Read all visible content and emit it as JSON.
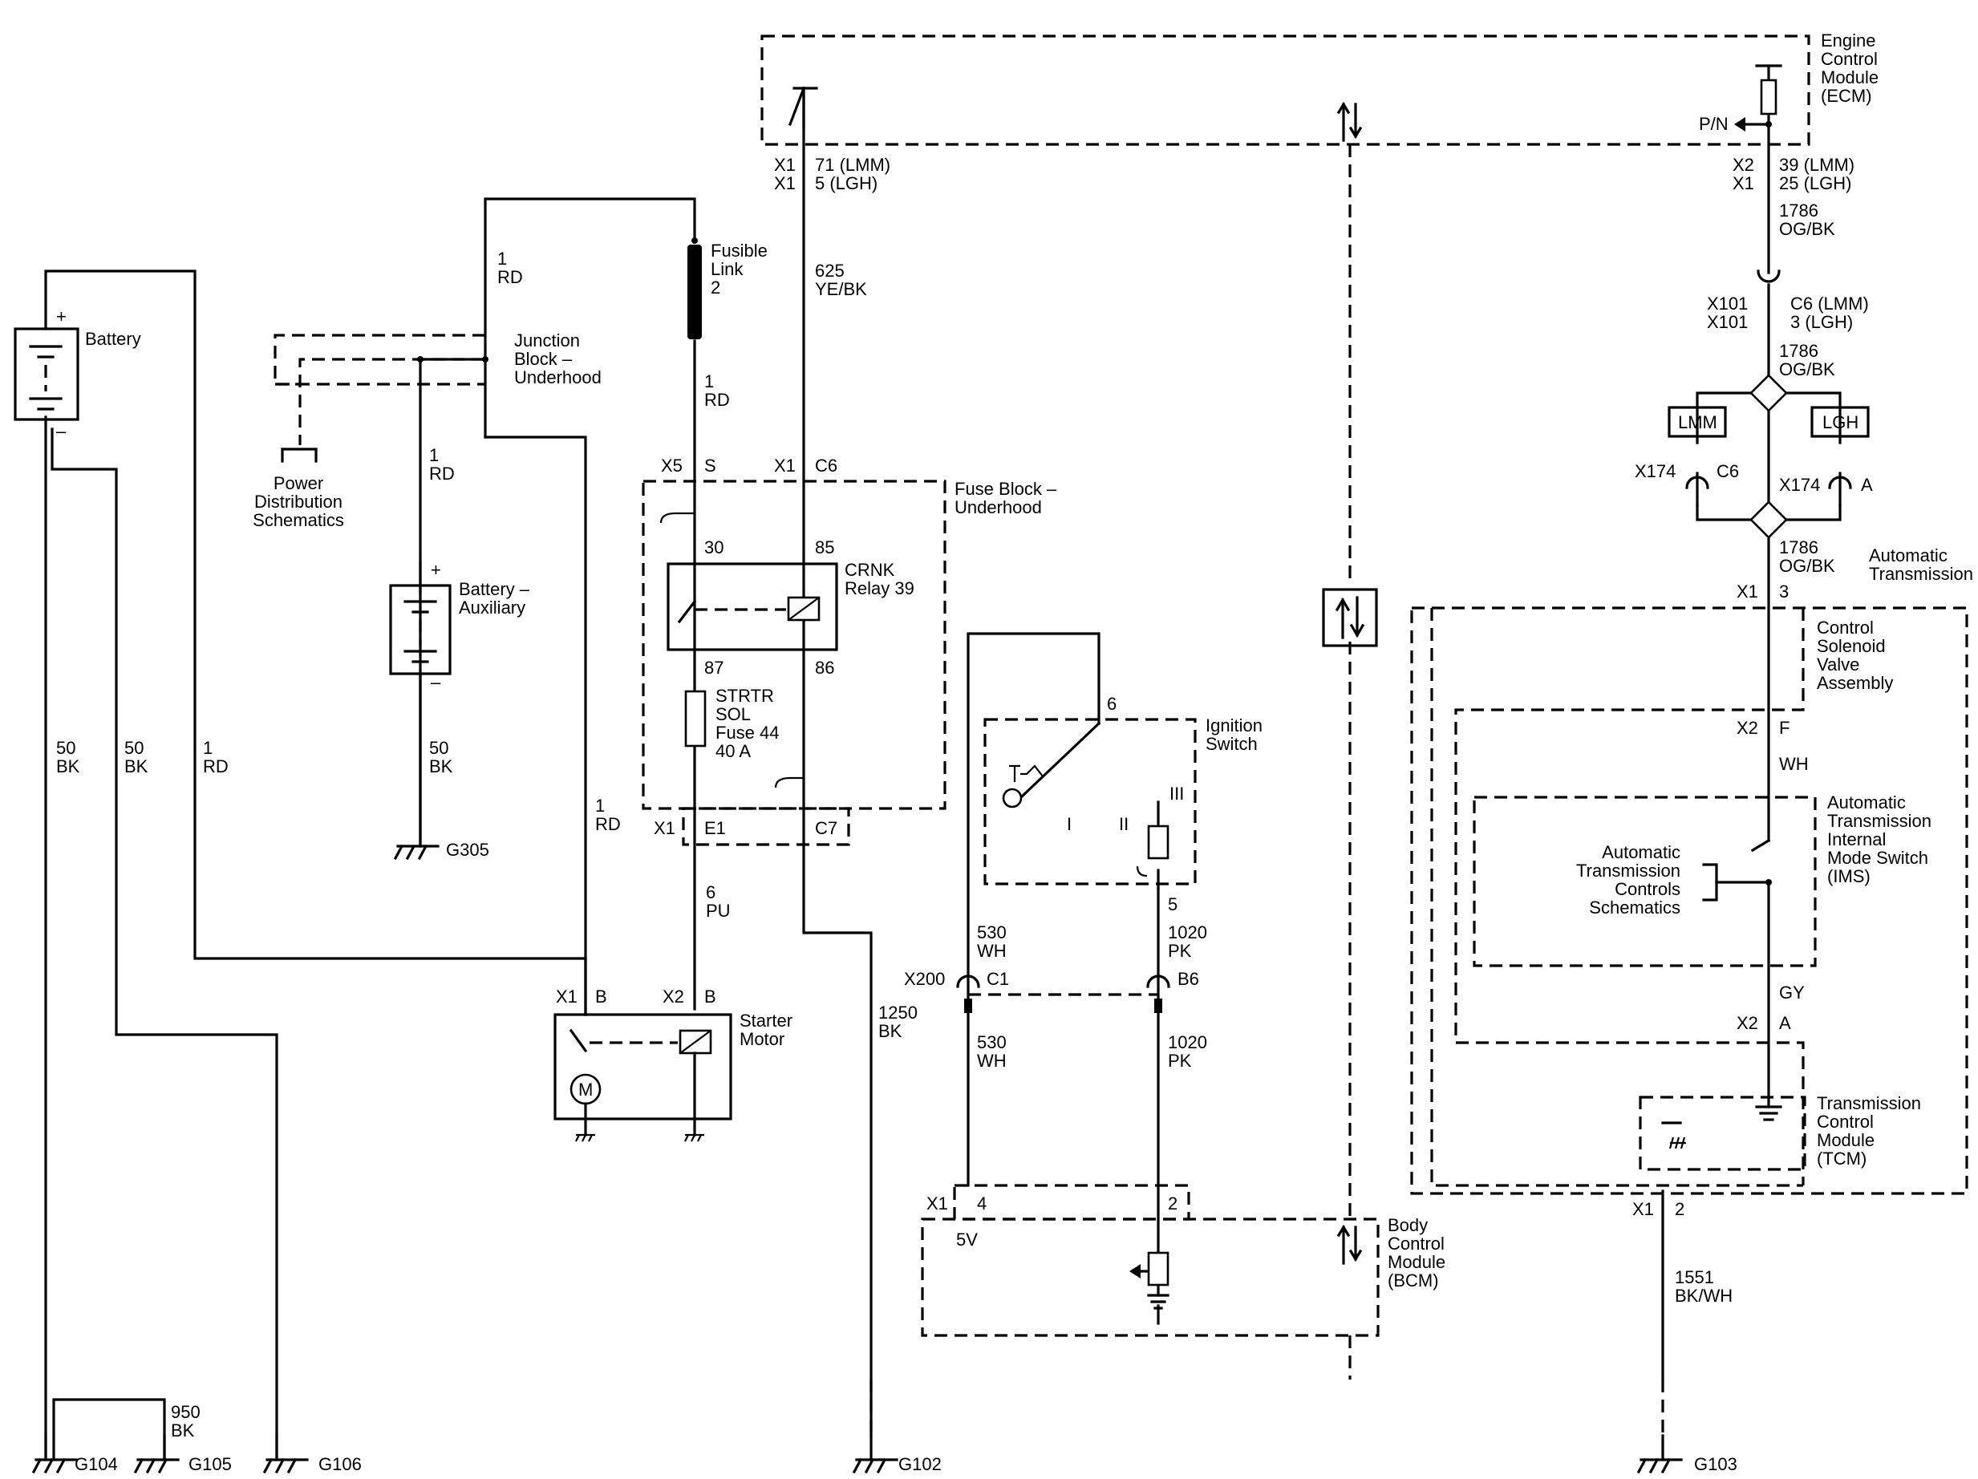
{
  "modules": {
    "ecm": [
      "Engine",
      "Control",
      "Module",
      "(ECM)"
    ],
    "bcm": [
      "Body",
      "Control",
      "Module",
      "(BCM)"
    ],
    "tcm": [
      "Transmission",
      "Control",
      "Module",
      "(TCM)"
    ],
    "auto_trans": [
      "Automatic",
      "Transmission"
    ],
    "csva": [
      "Control",
      "Solenoid",
      "Valve",
      "Assembly"
    ],
    "ims": [
      "Automatic",
      "Transmission",
      "Internal",
      "Mode Switch",
      "(IMS)"
    ],
    "atcs": [
      "Automatic",
      "Transmission",
      "Controls",
      "Schematics"
    ],
    "fuse_block": [
      "Fuse Block –",
      "Underhood"
    ],
    "junction_block": [
      "Junction",
      "Block –",
      "Underhood"
    ],
    "power_dist": [
      "Power",
      "Distribution",
      "Schematics"
    ]
  },
  "components": {
    "battery": "Battery",
    "battery_aux": [
      "Battery –",
      "Auxiliary"
    ],
    "fusible_link": [
      "Fusible",
      "Link",
      "2"
    ],
    "crnk_relay": [
      "CRNK",
      "Relay 39"
    ],
    "strtr_fuse": [
      "STRTR",
      "SOL",
      "Fuse 44",
      "40 A"
    ],
    "starter_motor": [
      "Starter",
      "Motor"
    ],
    "motor_symbol": "M",
    "ignition_switch": [
      "Ignition",
      "Switch"
    ],
    "ign_positions": [
      "I",
      "II",
      "III"
    ],
    "lmm": "LMM",
    "lgh": "LGH",
    "pn": "P/N",
    "five_v": "5V",
    "plus": "+",
    "minus": "–"
  },
  "wires": {
    "rd1": [
      "1",
      "RD"
    ],
    "bk50": [
      "50",
      "BK"
    ],
    "ye625": [
      "625",
      "YE/BK"
    ],
    "pu6": [
      "6",
      "PU"
    ],
    "bk1250": [
      "1250",
      "BK"
    ],
    "wh530": [
      "530",
      "WH"
    ],
    "pk1020": [
      "1020",
      "PK"
    ],
    "og1786": [
      "1786",
      "OG/BK"
    ],
    "wh": "WH",
    "gy": "GY",
    "bk950": [
      "950",
      "BK"
    ],
    "bkwh1551": [
      "1551",
      "BK/WH"
    ]
  },
  "connectors": {
    "x1": "X1",
    "x2": "X2",
    "x5": "X5",
    "x101": "X101",
    "x174": "X174",
    "x200": "X200",
    "ecm_x1_pins": [
      "71 (LMM)",
      "5 (LGH)"
    ],
    "ecm_x2_pins": [
      "39 (LMM)",
      "25 (LGH)"
    ],
    "x101_pins": [
      "C6 (LMM)",
      "3 (LGH)"
    ],
    "pin_s": "S",
    "pin_c6": "C6",
    "pin_30": "30",
    "pin_85": "85",
    "pin_87": "87",
    "pin_86": "86",
    "pin_e1": "E1",
    "pin_c7": "C7",
    "pin_b": "B",
    "pin_6": "6",
    "pin_5": "5",
    "pin_c1": "C1",
    "pin_b6": "B6",
    "pin_4": "4",
    "pin_2": "2",
    "pin_a": "A",
    "pin_3": "3",
    "pin_f": "F"
  },
  "grounds": {
    "g104": "G104",
    "g105": "G105",
    "g106": "G106",
    "g102": "G102",
    "g103": "G103",
    "g305": "G305"
  }
}
